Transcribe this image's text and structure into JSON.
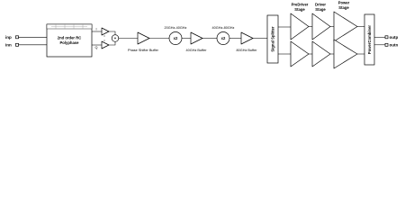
{
  "diagram": {
    "inputs": {
      "inp": "inp",
      "inn": "inn"
    },
    "outputs": {
      "outp": "outp",
      "outn": "outn"
    },
    "polyphase": {
      "line1": "2nd order RC",
      "line2": "Polyphase"
    },
    "iq_mixer": {
      "i_label": "I",
      "q_label": "Q",
      "sum_symbol": "+"
    },
    "phase_shifter_buffer": "Phase Shifter Buffer",
    "doubler_1": {
      "symbol": "x2",
      "range": "20GHz-40GHz"
    },
    "buffer_40": "40GHz Buffer",
    "doubler_2": {
      "symbol": "x2",
      "range": "40GHz-80GHz"
    },
    "buffer_80": "80GHz Buffer",
    "signal_splitter": "Signal Splitter",
    "predriver": {
      "line1": "PreDriver",
      "line2": "Stage"
    },
    "driver": {
      "line1": "Driver",
      "line2": "Stage"
    },
    "power_stage": {
      "line1": "Power",
      "line2": "Stage"
    },
    "power_combiner": "PowerCombiner"
  }
}
